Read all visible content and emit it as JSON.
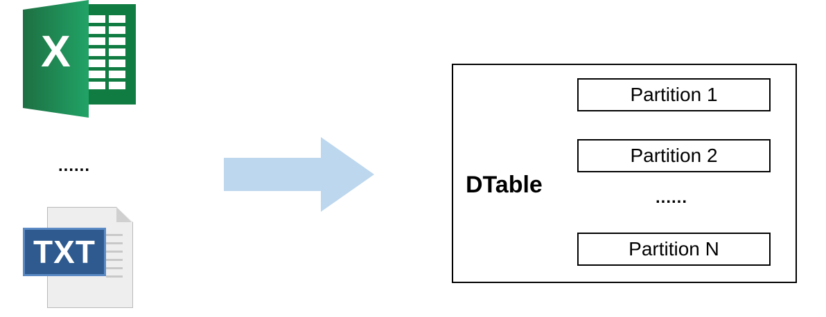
{
  "excel_icon": {
    "letter": "X"
  },
  "txt_icon": {
    "label": "TXT"
  },
  "left_ellipsis": "......",
  "dtable": {
    "title": "DTable",
    "partitions": [
      "Partition 1",
      "Partition 2",
      "Partition N"
    ],
    "ellipsis": "......"
  },
  "colors": {
    "excel_green": "#1d6f42",
    "txt_blue": "#2e5a8f",
    "arrow_blue": "#bdd7ee"
  }
}
